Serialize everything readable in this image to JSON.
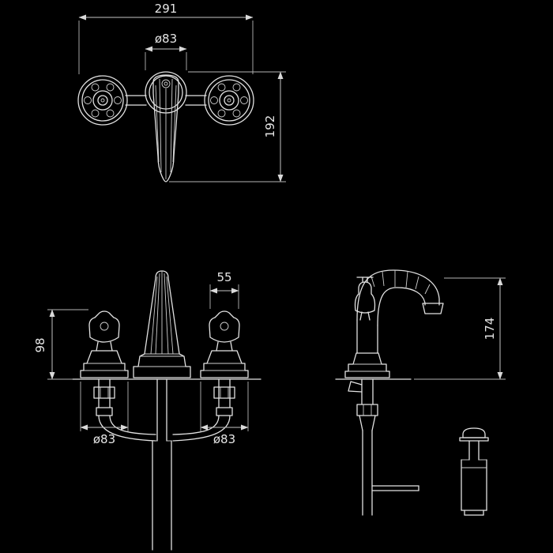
{
  "colors": {
    "background": "#000000",
    "line": "#e2e2e2"
  },
  "top_view": {
    "width": "291",
    "escutcheon_diameter": "ø83",
    "lever_height": "192"
  },
  "front_view": {
    "spout_top_width": "55",
    "handle_height": "98",
    "left_base_diameter": "ø83",
    "right_base_diameter": "ø83"
  },
  "side_view": {
    "overall_height": "174"
  }
}
